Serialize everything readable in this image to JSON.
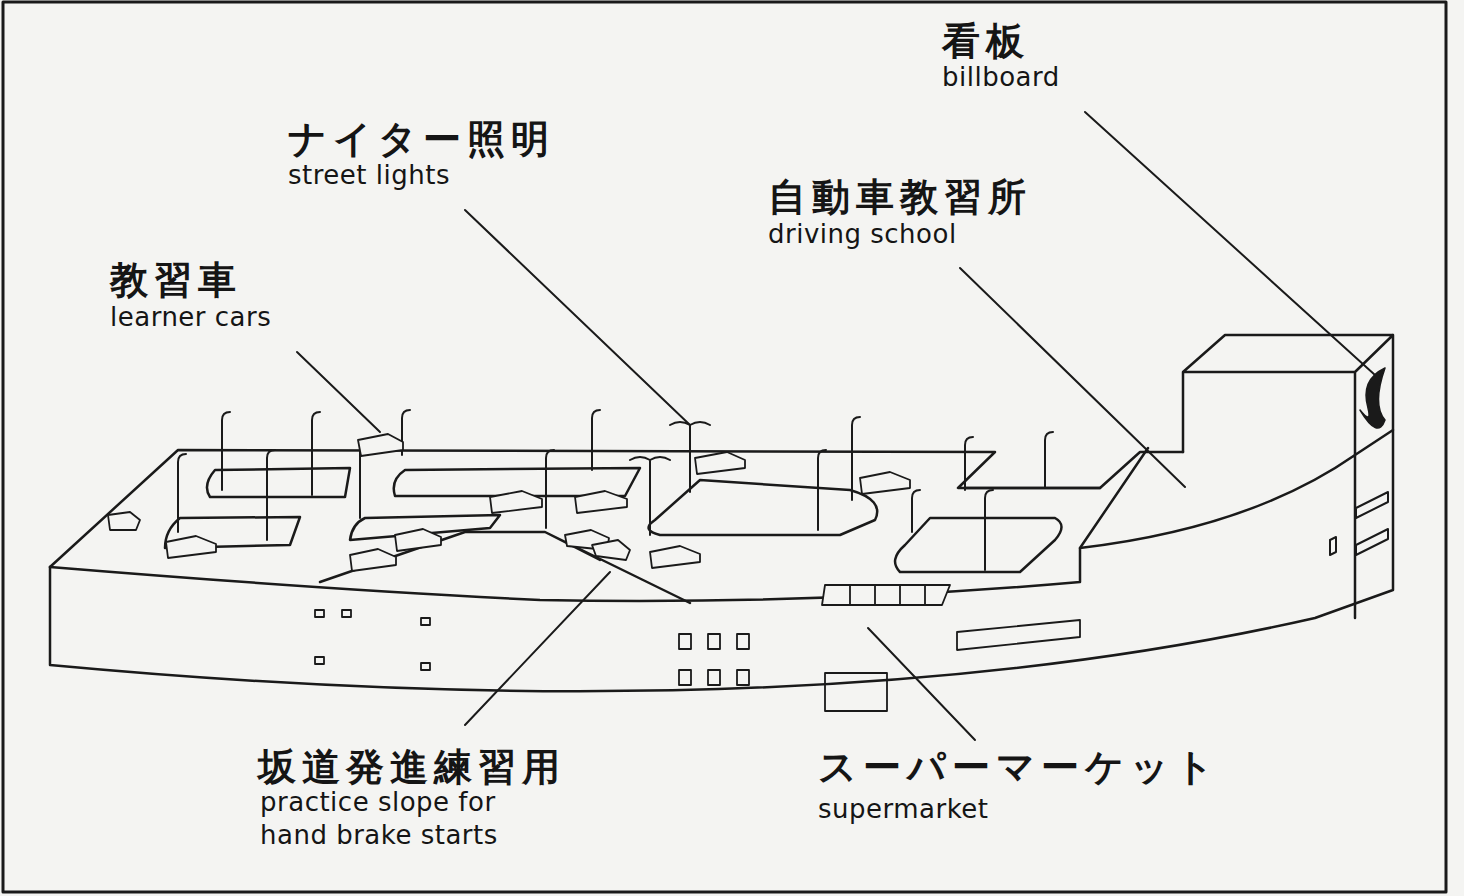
{
  "diagram": {
    "labels": [
      "看板",
      "billboard",
      "ナイター照明",
      "street lights",
      "自動車教習所",
      "driving school",
      "教習車",
      "learner cars",
      "坂道発進練習用",
      "practice slope for hand brake starts",
      "スーパーマーケット",
      "supermarket"
    ]
  }
}
